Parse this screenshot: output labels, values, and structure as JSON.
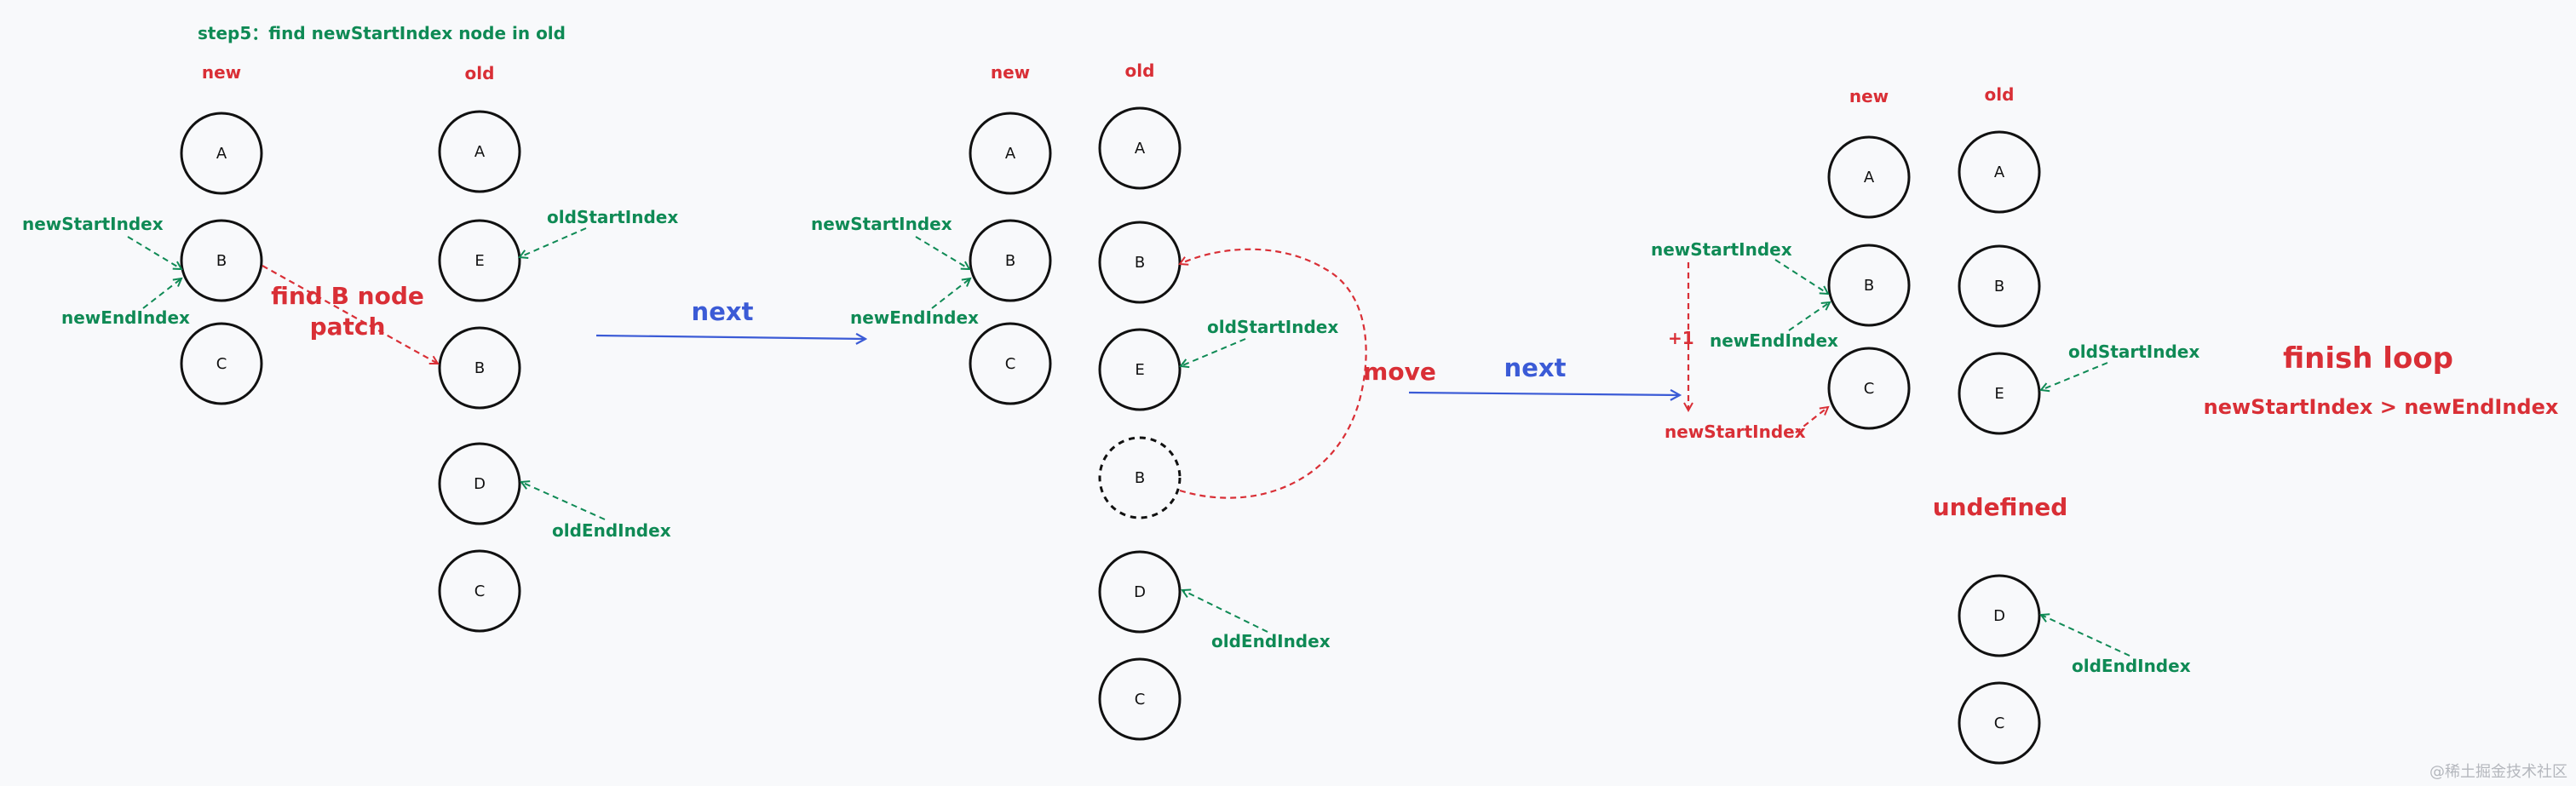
{
  "title": "step5：find newStartIndex node in old",
  "colors": {
    "green": "#0f8a55",
    "red": "#d92f36",
    "blue": "#3b5bd6",
    "node": "#111111",
    "background": "#f8f9fb"
  },
  "panel1": {
    "new_label": "new",
    "old_label": "old",
    "new_nodes": [
      "A",
      "B",
      "C"
    ],
    "old_nodes": [
      "A",
      "E",
      "B",
      "D",
      "C"
    ],
    "pointer_newStart": "newStartIndex",
    "pointer_newEnd": "newEndIndex",
    "pointer_oldStart": "oldStartIndex",
    "pointer_oldEnd": "oldEndIndex",
    "annotation_line1": "find B node",
    "annotation_line2": "patch"
  },
  "arrow1_label": "next",
  "panel2": {
    "new_label": "new",
    "old_label": "old",
    "new_nodes": [
      "A",
      "B",
      "C"
    ],
    "old_nodes": [
      "A",
      "B",
      "E",
      "B",
      "D",
      "C"
    ],
    "pointer_newStart": "newStartIndex",
    "pointer_newEnd": "newEndIndex",
    "pointer_oldStart": "oldStartIndex",
    "pointer_oldEnd": "oldEndIndex",
    "move_label": "move"
  },
  "arrow2_label": "next",
  "panel3": {
    "new_label": "new",
    "old_label": "old",
    "new_nodes": [
      "A",
      "B",
      "C"
    ],
    "old_nodes": [
      "A",
      "B",
      "E",
      "D",
      "C"
    ],
    "pointer_newStart_top": "newStartIndex",
    "pointer_newEnd": "newEndIndex",
    "pointer_newStart_bottom": "newStartIndex",
    "increment": "+1",
    "pointer_oldStart": "oldStartIndex",
    "pointer_oldEnd": "oldEndIndex",
    "undefined_label": "undefined"
  },
  "finish": {
    "title": "finish loop",
    "condition": "newStartIndex > newEndIndex"
  },
  "watermark": "@稀土掘金技术社区"
}
